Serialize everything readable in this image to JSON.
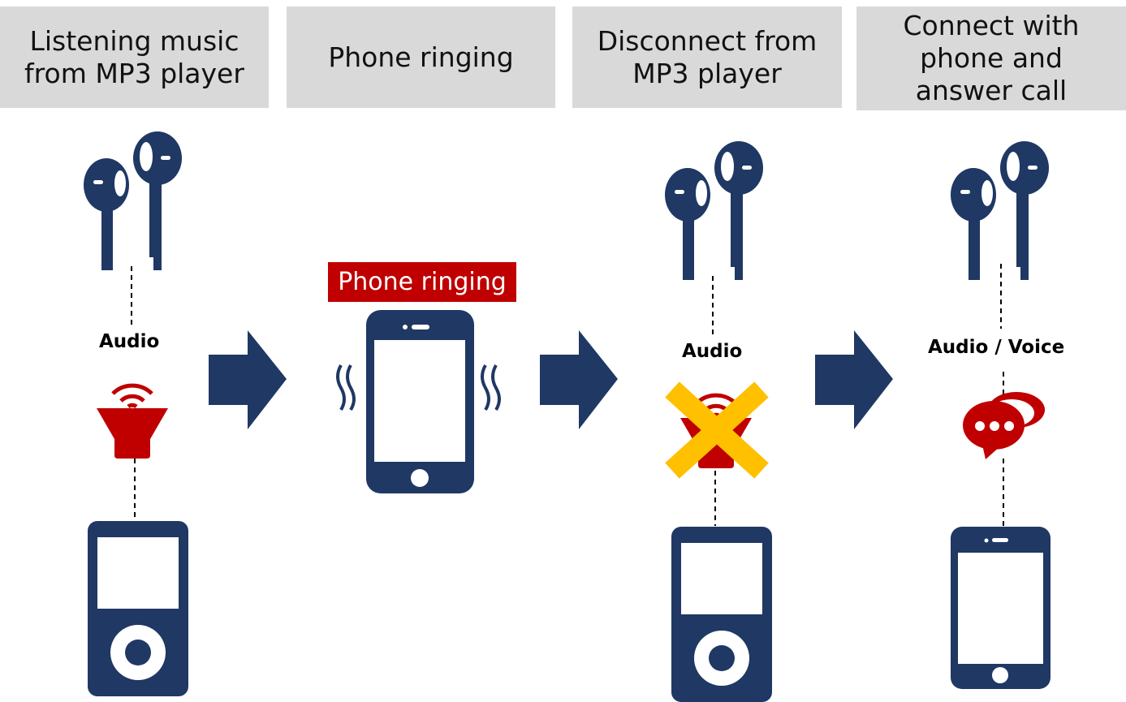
{
  "steps": [
    {
      "title": "Listening music\nfrom MP3 player",
      "link_label": "Audio"
    },
    {
      "title": "Phone ringing",
      "tag": "Phone ringing"
    },
    {
      "title": "Disconnect from\nMP3 player",
      "link_label": "Audio"
    },
    {
      "title": "Connect with\nphone and\nanswer call",
      "link_label": "Audio / Voice"
    }
  ],
  "colors": {
    "navy": "#1f3864",
    "red": "#c00000",
    "yellow": "#ffc000",
    "header_bg": "#d9d9d9"
  },
  "icons": [
    "earphones-icon",
    "speaker-icon",
    "mp3-player-icon",
    "phone-icon",
    "vibration-icon",
    "chat-bubble-icon",
    "cross-icon",
    "arrow-icon"
  ]
}
